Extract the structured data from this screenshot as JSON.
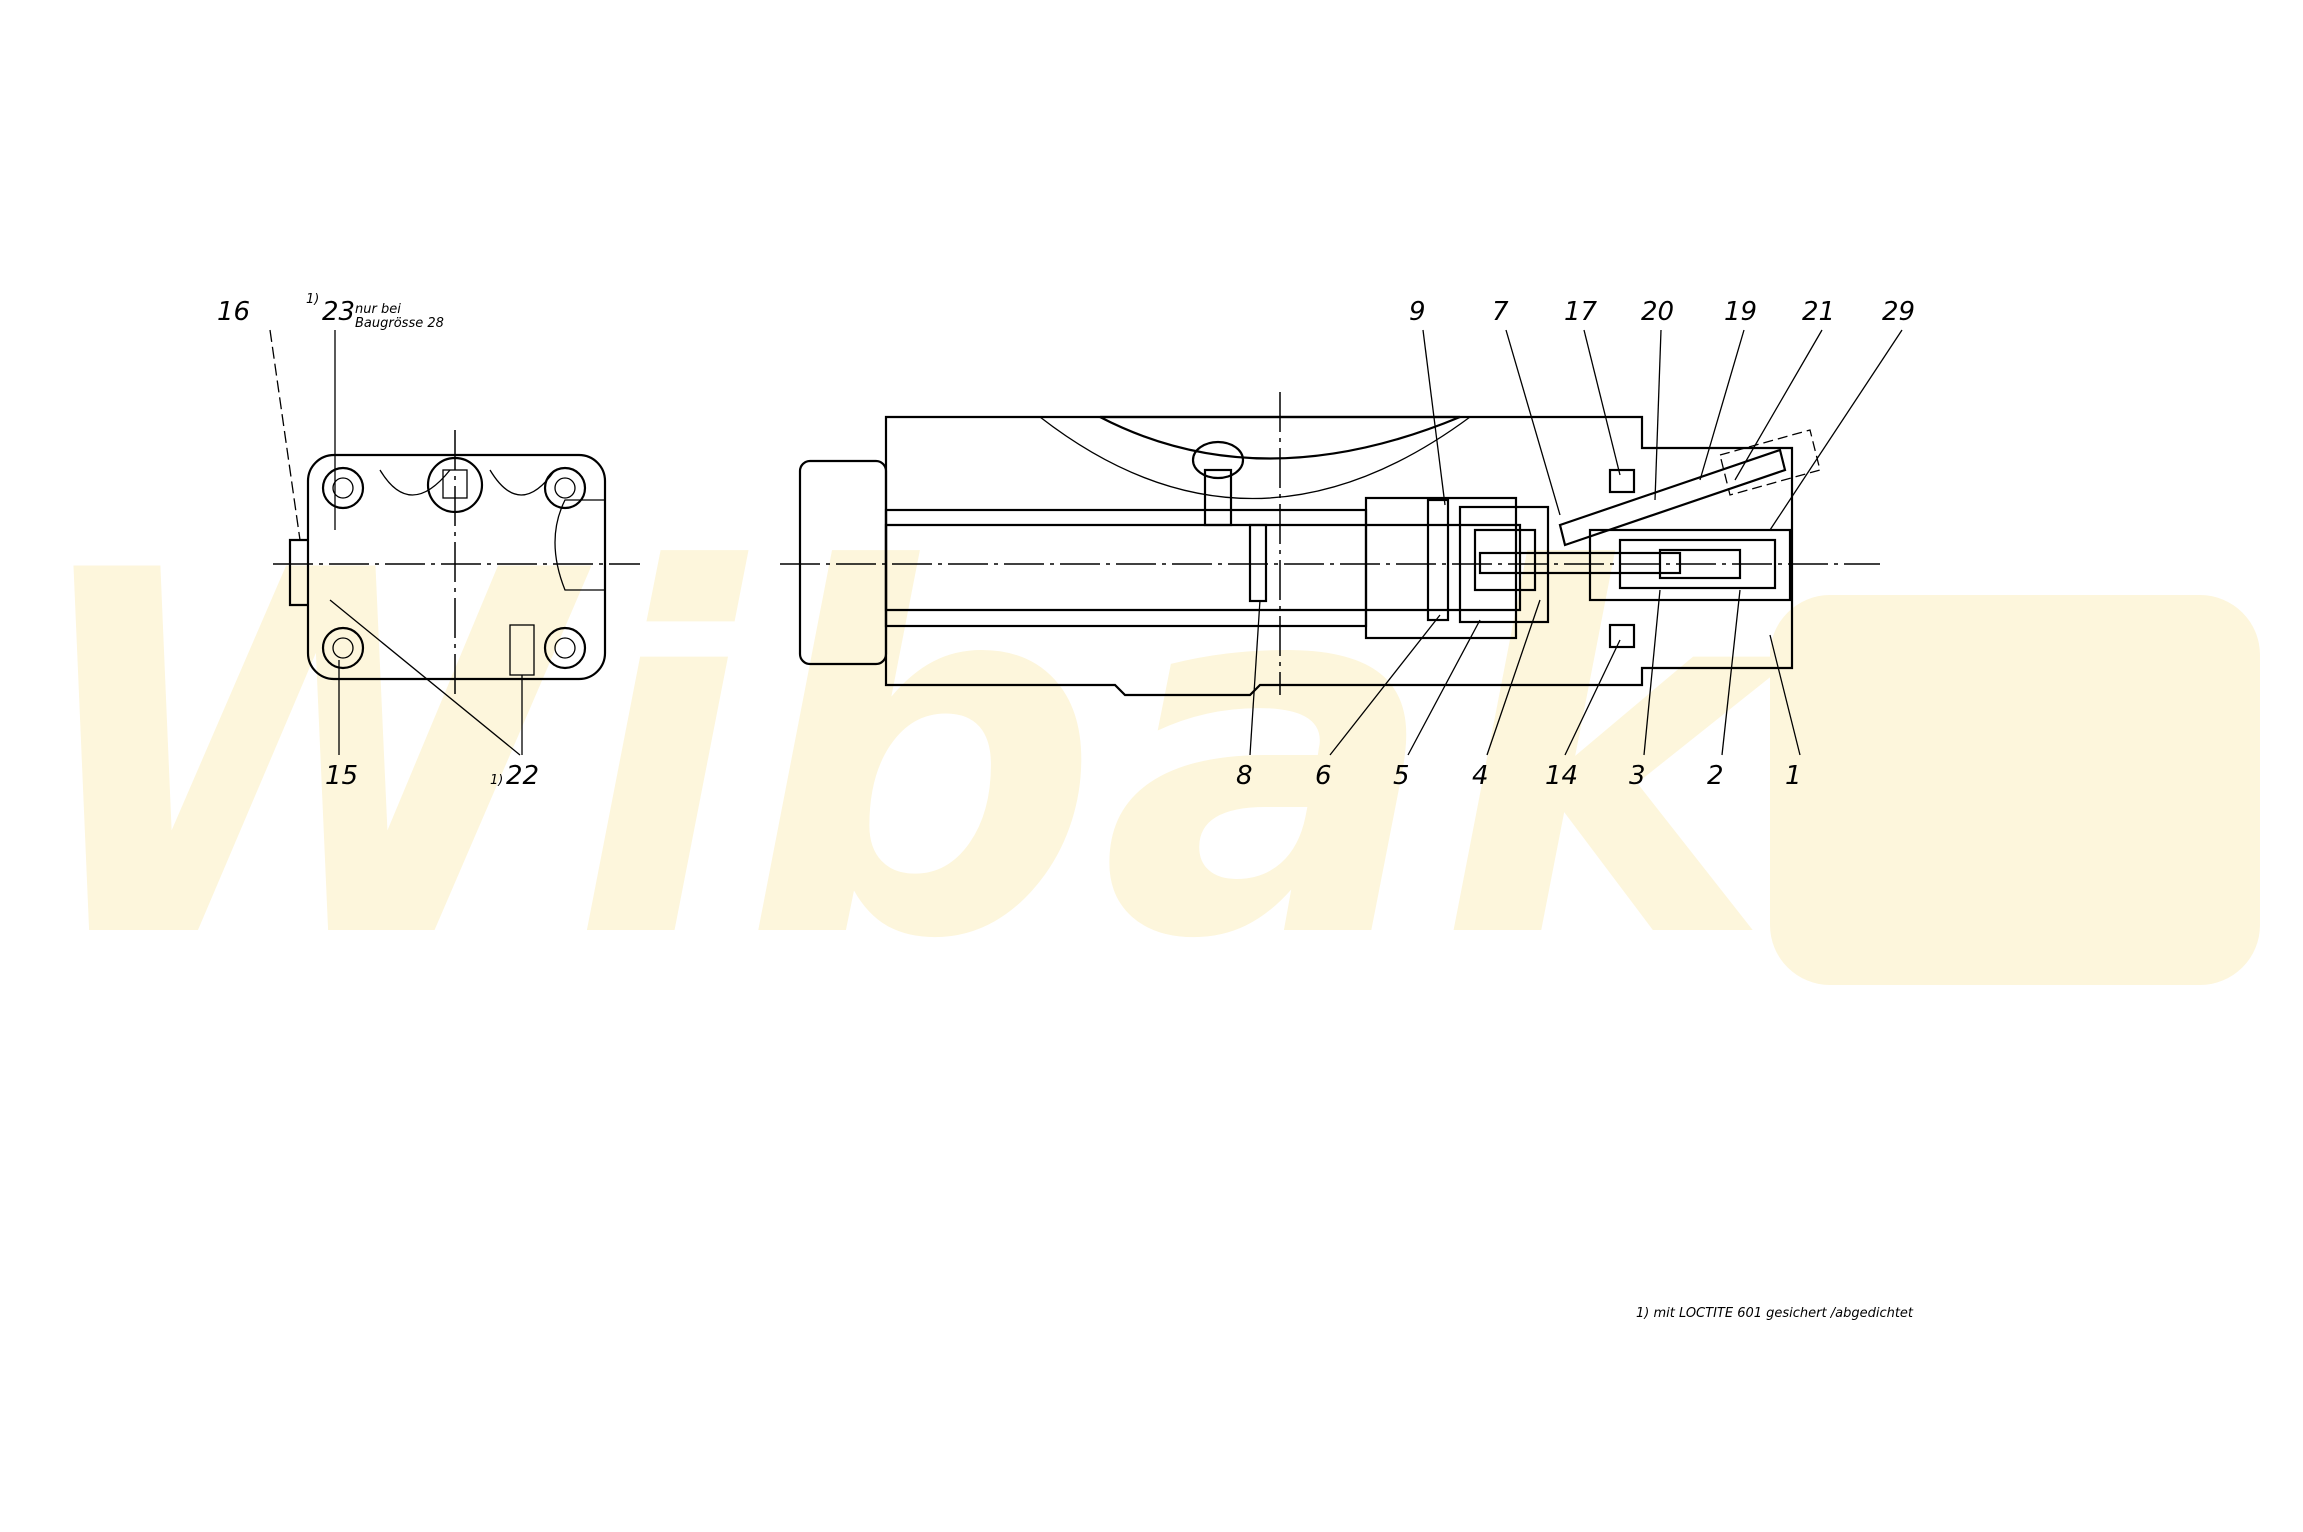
{
  "watermark": "Wibako",
  "left_view": {
    "labels": {
      "p16": "16",
      "p23": "23",
      "p15": "15",
      "p22": "22"
    },
    "footnote_mark_23": "1)",
    "footnote_mark_22": "1)",
    "note_line1": "nur bei",
    "note_line2": "Baugrösse 28"
  },
  "section_view": {
    "top_labels": [
      "9",
      "7",
      "17",
      "20",
      "19",
      "21",
      "29"
    ],
    "bottom_labels": [
      "8",
      "6",
      "5",
      "4",
      "14",
      "3",
      "2",
      "1"
    ]
  },
  "footnote": "1) mit  LOCTITE  601 gesichert /abgedichtet"
}
